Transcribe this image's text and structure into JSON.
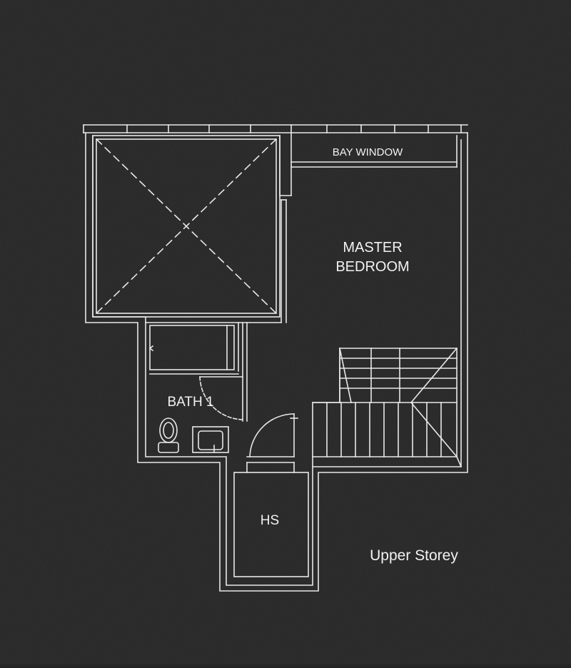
{
  "colors": {
    "background": "#262626",
    "line": "#e8e8e8",
    "text": "#f2f2f2"
  },
  "rooms": {
    "bay_window": "BAY WINDOW",
    "master_bedroom_line1": "MASTER",
    "master_bedroom_line2": "BEDROOM",
    "bath": "BATH 1",
    "household_shelter": "HS"
  },
  "caption": "Upper Storey"
}
